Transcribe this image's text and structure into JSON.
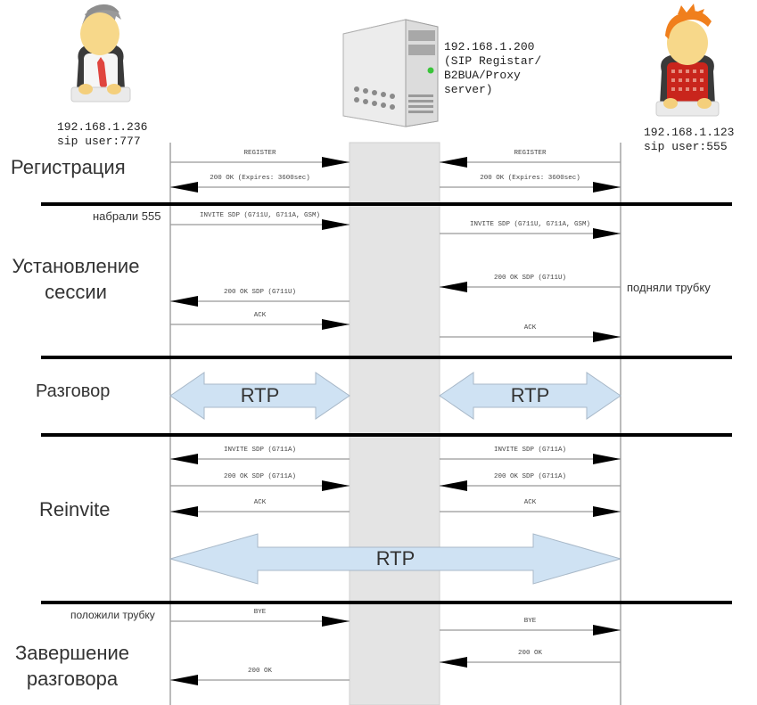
{
  "nodes": {
    "caller": {
      "icon": "user-gray-hair-red-tie-icon",
      "ip": "192.168.1.236",
      "user": "sip user:777"
    },
    "server": {
      "icon": "server-tower-icon",
      "lines": [
        "192.168.1.200",
        "(SIP Registar/",
        "B2BUA/Proxy",
        "server)"
      ]
    },
    "callee": {
      "icon": "user-orange-hair-red-sweater-icon",
      "ip": "192.168.1.123",
      "user": "sip user:555"
    }
  },
  "phases": [
    {
      "id": "registration",
      "title": "Регистрация"
    },
    {
      "id": "session-setup",
      "title": "Установление сессии"
    },
    {
      "id": "conversation",
      "title": "Разговор"
    },
    {
      "id": "reinvite",
      "title": "Reinvite"
    },
    {
      "id": "termination",
      "title": "Завершение разговора"
    }
  ],
  "notes": {
    "dialed": "набрали 555",
    "answered": "подняли трубку",
    "hung_up": "положили трубку"
  },
  "messages": [
    {
      "label": "REGISTER",
      "from": "caller",
      "to": "server",
      "phase": "registration"
    },
    {
      "label": "REGISTER",
      "from": "callee",
      "to": "server",
      "phase": "registration"
    },
    {
      "label": "200 OK (Expires: 3600sec)",
      "from": "server",
      "to": "caller",
      "phase": "registration"
    },
    {
      "label": "200 OK (Expires: 3600sec)",
      "from": "server",
      "to": "callee",
      "phase": "registration"
    },
    {
      "label": "INVITE SDP (G711U, G711A, GSM)",
      "from": "caller",
      "to": "server",
      "phase": "session-setup"
    },
    {
      "label": "INVITE SDP (G711U, G711A, GSM)",
      "from": "server",
      "to": "callee",
      "phase": "session-setup"
    },
    {
      "label": "200 OK SDP (G711U)",
      "from": "callee",
      "to": "server",
      "phase": "session-setup"
    },
    {
      "label": "200 OK SDP (G711U)",
      "from": "server",
      "to": "caller",
      "phase": "session-setup"
    },
    {
      "label": "ACK",
      "from": "caller",
      "to": "server",
      "phase": "session-setup"
    },
    {
      "label": "ACK",
      "from": "server",
      "to": "callee",
      "phase": "session-setup"
    },
    {
      "label": "INVITE SDP (G711A)",
      "from": "server",
      "to": "caller",
      "phase": "reinvite"
    },
    {
      "label": "INVITE SDP (G711A)",
      "from": "server",
      "to": "callee",
      "phase": "reinvite"
    },
    {
      "label": "200 OK SDP (G711A)",
      "from": "caller",
      "to": "server",
      "phase": "reinvite"
    },
    {
      "label": "200 OK SDP (G711A)",
      "from": "callee",
      "to": "server",
      "phase": "reinvite"
    },
    {
      "label": "ACK",
      "from": "server",
      "to": "caller",
      "phase": "reinvite"
    },
    {
      "label": "ACK",
      "from": "server",
      "to": "callee",
      "phase": "reinvite"
    },
    {
      "label": "BYE",
      "from": "caller",
      "to": "server",
      "phase": "termination"
    },
    {
      "label": "BYE",
      "from": "server",
      "to": "callee",
      "phase": "termination"
    },
    {
      "label": "200 OK",
      "from": "callee",
      "to": "server",
      "phase": "termination"
    },
    {
      "label": "200 OK",
      "from": "server",
      "to": "caller",
      "phase": "termination"
    }
  ],
  "rtp_streams": [
    {
      "label": "RTP",
      "between": [
        "caller",
        "server"
      ],
      "phase": "conversation"
    },
    {
      "label": "RTP",
      "between": [
        "server",
        "callee"
      ],
      "phase": "conversation"
    },
    {
      "label": "RTP",
      "between": [
        "caller",
        "callee"
      ],
      "phase": "reinvite"
    }
  ],
  "colors": {
    "rtp_fill": "#cfe2f3",
    "rtp_stroke": "#a8b8c8",
    "server_band": "#e4e4e4",
    "separator": "#000000",
    "lifeline": "#777777",
    "message_line": "#999999"
  }
}
